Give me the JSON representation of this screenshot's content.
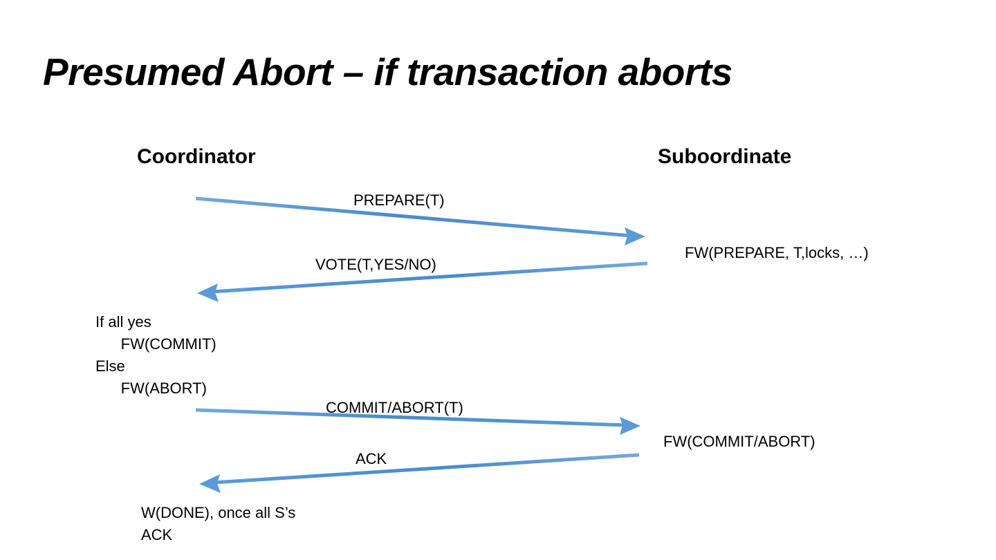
{
  "slide": {
    "title": "Presumed Abort – if transaction aborts",
    "background_color": "#FFFFFF",
    "text_color": "#000000",
    "arrow_color": "#5B9BD5"
  },
  "lanes": [
    {
      "id": "coordinator",
      "label": "Coordinator"
    },
    {
      "id": "suboordinate",
      "label": "Suboordinate"
    }
  ],
  "messages": [
    {
      "id": "prepare",
      "label": "PREPARE(T)",
      "direction": "left-to-right"
    },
    {
      "id": "vote",
      "label": "VOTE(T,YES/NO)",
      "direction": "right-to-left"
    },
    {
      "id": "commit_abort",
      "label": "COMMIT/ABORT(T)",
      "direction": "left-to-right"
    },
    {
      "id": "ack",
      "label": "ACK",
      "direction": "right-to-left"
    }
  ],
  "notes": {
    "fw_prepare": "FW(PREPARE, T,locks, …)",
    "decision_block": "If all yes\n      FW(COMMIT)\nElse\n      FW(ABORT)",
    "fw_commit_abort": "FW(COMMIT/ABORT)",
    "done_block": "W(DONE), once all S’s\nACK"
  }
}
